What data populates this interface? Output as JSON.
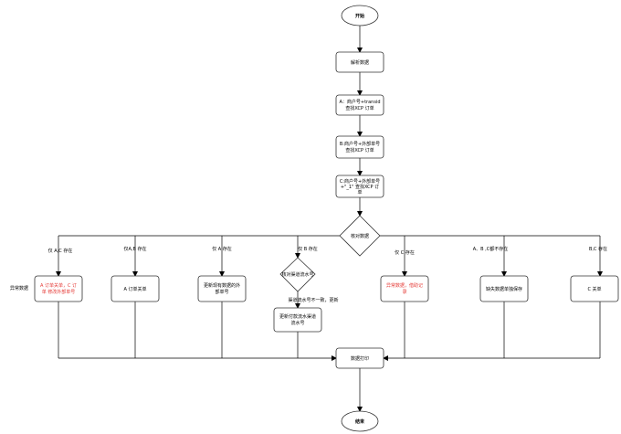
{
  "colors": {
    "line": "#000000",
    "box_fill": "#ffffff",
    "box_stroke": "#333333",
    "highlight": "#e53935"
  },
  "nodes": {
    "start": "开始",
    "parse": "解析数据",
    "step_a": [
      "A：商户号+transid",
      "查找XCP 订单"
    ],
    "step_b": [
      "B:商户号+外部单号",
      "查找XCP 订单"
    ],
    "step_c": [
      "C:商户号+外部单号",
      "+\"_1\" 查找XCP 订",
      "单"
    ],
    "verify": "核对数据",
    "box_ac": [
      "A 订单关单，C 订",
      "单 修改外部单号"
    ],
    "box_ab": "A 订单关单",
    "box_a": [
      "更新现有数据的外",
      "部单号"
    ],
    "check_b": "核对渠道流水号",
    "box_b": [
      "更新付款流水渠道",
      "流水号"
    ],
    "box_c_only": [
      "异常数据，借助记",
      "录"
    ],
    "box_none": "缺失数据单独保存",
    "box_bc": "C 关单",
    "print": "数据打印",
    "end": "结束"
  },
  "labels": {
    "ac": "仅 A,C 存在",
    "ab": "仅A,B 存在",
    "a": "仅 A 存在",
    "b": "仅 B 存在",
    "c": "仅 C 存在",
    "none": "A、B ,C都不存在",
    "bc": "B,C 存在",
    "abnormal": "异常数据",
    "mismatch": "渠道流水号不一致，更新"
  }
}
